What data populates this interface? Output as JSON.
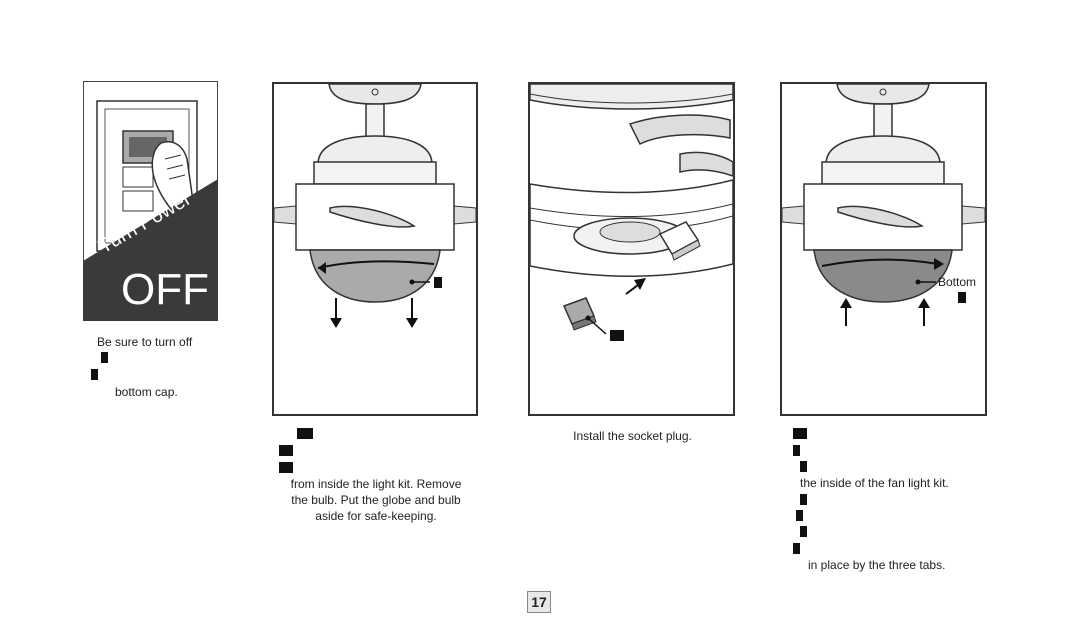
{
  "step1": {
    "turn_power_label": "Turn Power",
    "off_label": "OFF",
    "caption_line1": "Be sure to turn off",
    "caption_line4": "bottom cap."
  },
  "step2": {
    "caption_line4": "from inside the light kit. Remove",
    "caption_line5": "the bulb. Put the globe and bulb",
    "caption_line6": "aside for safe-keeping."
  },
  "step3": {
    "caption": "Install the socket plug."
  },
  "step4": {
    "callout": "Bottom",
    "caption_line3": "the inside of the fan light kit.",
    "caption_line8": "in place by the three tabs."
  },
  "footer": {
    "page_number": "17"
  }
}
